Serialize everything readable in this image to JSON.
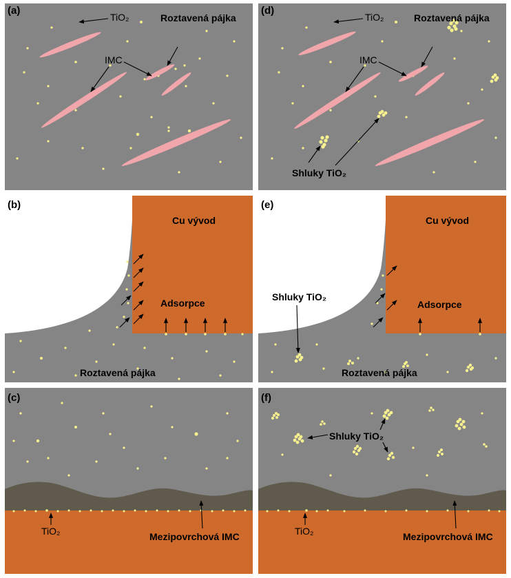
{
  "panels": {
    "a": {
      "tag": "(a)",
      "tio2": "TiO₂",
      "solder": "Roztavená pájka",
      "imc": "IMC"
    },
    "b": {
      "tag": "(b)",
      "lead": "Cu vývod",
      "adsorption": "Adsorpce",
      "solder": "Roztavená pájka"
    },
    "c": {
      "tag": "(c)",
      "tio2": "TiO₂",
      "interface_imc": "Mezipovrchová IMC"
    },
    "d": {
      "tag": "(d)",
      "tio2": "TiO₂",
      "solder": "Roztavená pájka",
      "imc": "IMC",
      "clusters": "Shluky TiO₂"
    },
    "e": {
      "tag": "(e)",
      "lead": "Cu vývod",
      "adsorption": "Adsorpce",
      "solder": "Roztavená pájka",
      "clusters": "Shluky TiO₂"
    },
    "f": {
      "tag": "(f)",
      "tio2": "TiO₂",
      "interface_imc": "Mezipovrchová IMC",
      "clusters": "Shluky TiO₂"
    }
  },
  "colors": {
    "solder": "#858585",
    "copper": "#cd6a2c",
    "imc_needle": "#f0a6ab",
    "imc_layer": "#5f5a4c",
    "particle": "#f6f08e",
    "background": "#ffffff"
  }
}
